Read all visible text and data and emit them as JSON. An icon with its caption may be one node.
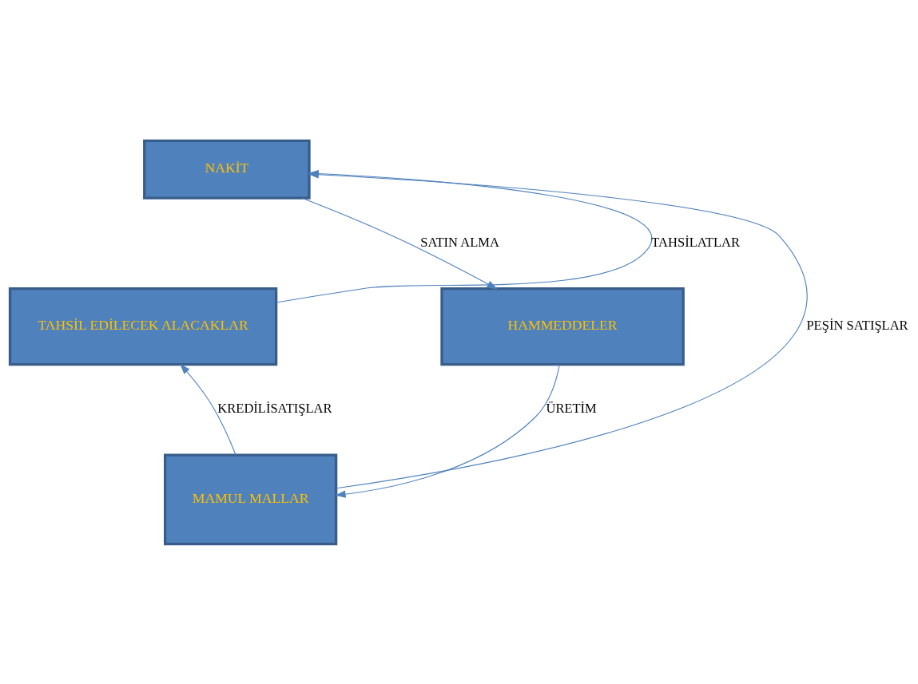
{
  "diagram": {
    "nodes": [
      {
        "text": [
          "NAKİT"
        ]
      },
      {
        "text": [
          "TAHSİL EDİLECEK ALACAKLAR"
        ]
      },
      {
        "text": [
          "HAMMEDDELER"
        ]
      },
      {
        "text": [
          "MAMUL MALLAR"
        ]
      }
    ],
    "edges": [
      {
        "from": 1,
        "to": 0,
        "arrow": "to",
        "label": "TAHSİLATLAR"
      },
      {
        "from": 0,
        "to": 2,
        "arrow": "to",
        "label": "SATIN ALMA"
      },
      {
        "from": 2,
        "to": 3,
        "arrow": "to",
        "label": "ÜRETİM"
      },
      {
        "from": 3,
        "to": 1,
        "arrow": "to",
        "label": "KREDİLİSATIŞLAR"
      },
      {
        "from": 3,
        "to": 0,
        "arrow": "to",
        "label": "PEŞİN SATIŞLAR"
      }
    ]
  }
}
